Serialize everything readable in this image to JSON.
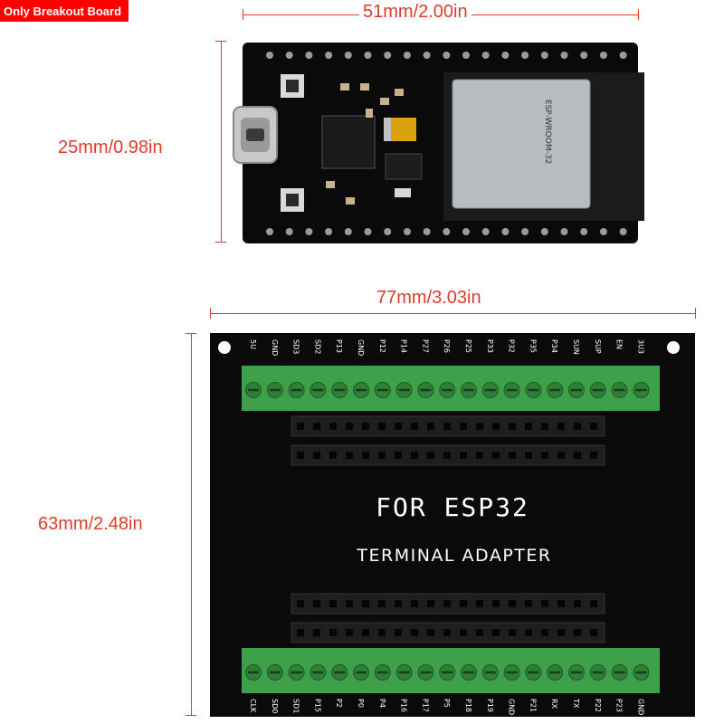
{
  "badge": "Only Breakout Board",
  "dims": {
    "esp_width": "51mm/2.00in",
    "esp_height": "25mm/0.98in",
    "adapter_width": "77mm/3.03in",
    "adapter_height": "63mm/2.48in"
  },
  "esp_module": {
    "name": "ESP-WROOM-32"
  },
  "adapter": {
    "title": "FOR ESP32",
    "subtitle": "TERMINAL ADAPTER",
    "top_pins": [
      "5U",
      "GND",
      "SD3",
      "SD2",
      "P13",
      "GND",
      "P12",
      "P14",
      "P27",
      "P26",
      "P25",
      "P33",
      "P32",
      "P35",
      "P34",
      "SUN",
      "SUP",
      "EN",
      "3U3"
    ],
    "bottom_pins": [
      "CLK",
      "SD0",
      "SD1",
      "P15",
      "P2",
      "P0",
      "P4",
      "P16",
      "P17",
      "P5",
      "P18",
      "P19",
      "GND",
      "P21",
      "RX",
      "TX",
      "P22",
      "P23",
      "GND"
    ]
  },
  "colors": {
    "dimension": "#e03a2a",
    "board": "#0a0a0a",
    "terminal": "#3fa04a",
    "badge": "#ff0000"
  }
}
